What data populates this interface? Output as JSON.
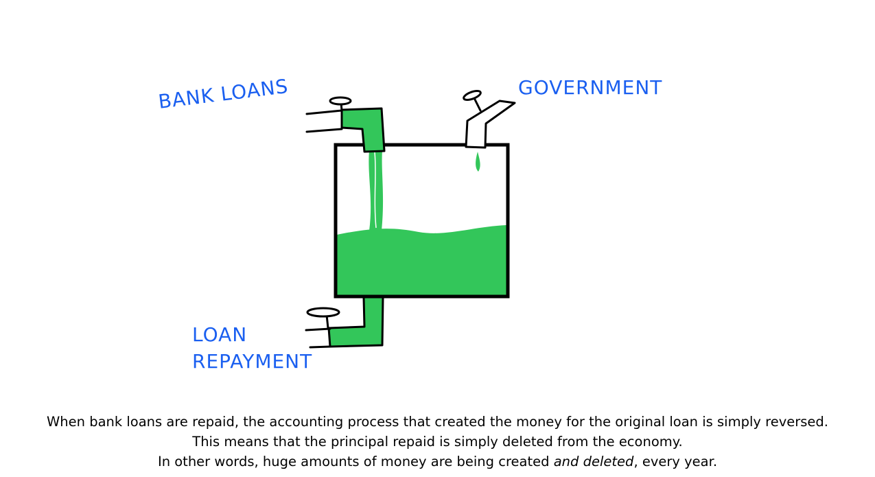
{
  "labels": {
    "bank_loans": "BANK LOANS",
    "government": "GOVERNMENT",
    "loan_line1": "LOAN",
    "loan_line2": "REPAYMENT"
  },
  "caption": {
    "line1": "When bank loans are repaid, the accounting process that created the money for the original loan is simply reversed.",
    "line2": "This means that the principal repaid is simply deleted from the economy.",
    "line3_before": "In other words, huge amounts of money are being created ",
    "line3_emphasis": "and deleted",
    "line3_after": ", every year."
  },
  "colors": {
    "water": "#33c65a",
    "outline": "#000000",
    "label": "#1a5ff0"
  }
}
